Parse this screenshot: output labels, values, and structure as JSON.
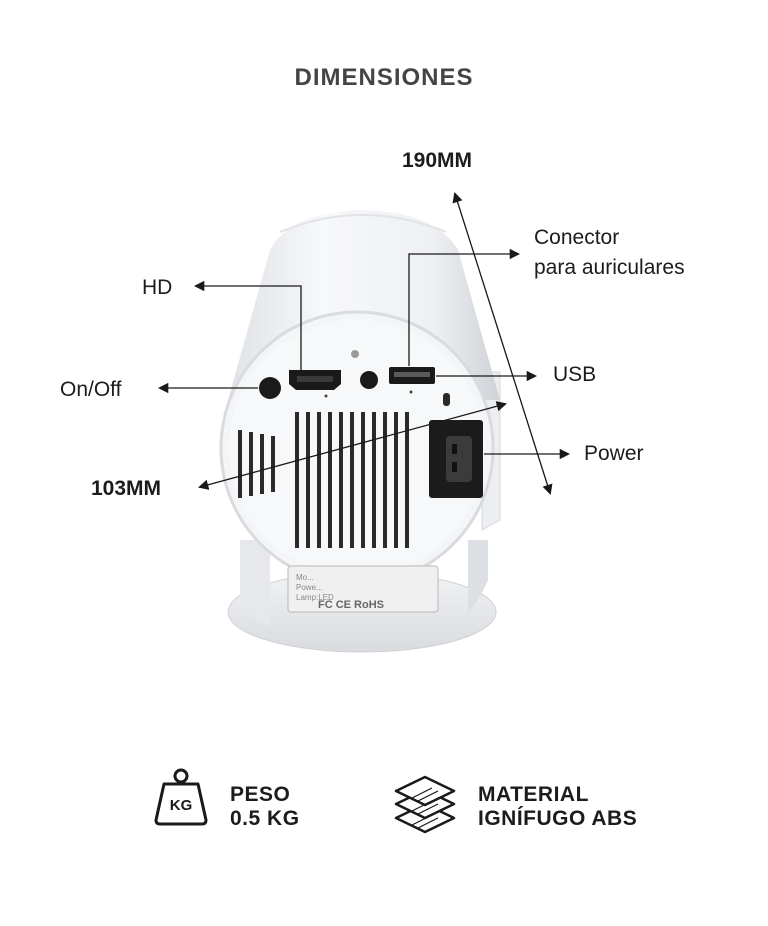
{
  "page": {
    "title": "DIMENSIONES"
  },
  "callouts": {
    "height": "190MM",
    "headphone_line1": "Conector",
    "headphone_line2": "para auriculares",
    "hd": "HD",
    "usb": "USB",
    "on_off": "On/Off",
    "power": "Power",
    "width": "103MM"
  },
  "product": {
    "label_line1": "Mo...",
    "label_line2": "Powe...",
    "label_line3": "Lamp:LED",
    "cert_marks": "FC CE RoHS",
    "icon": "projector-photo"
  },
  "specs": {
    "weight": {
      "icon": "kg-weight-icon",
      "badge": "KG",
      "line1": "PESO",
      "line2": "0.5 KG"
    },
    "material": {
      "icon": "layers-icon",
      "line1": "MATERIAL",
      "line2": "IGNÍFUGO ABS"
    }
  },
  "colors": {
    "text": "#1c1c1c",
    "title": "#444444",
    "body": "#f2f3f5",
    "shadow": "#d6d8dc"
  }
}
